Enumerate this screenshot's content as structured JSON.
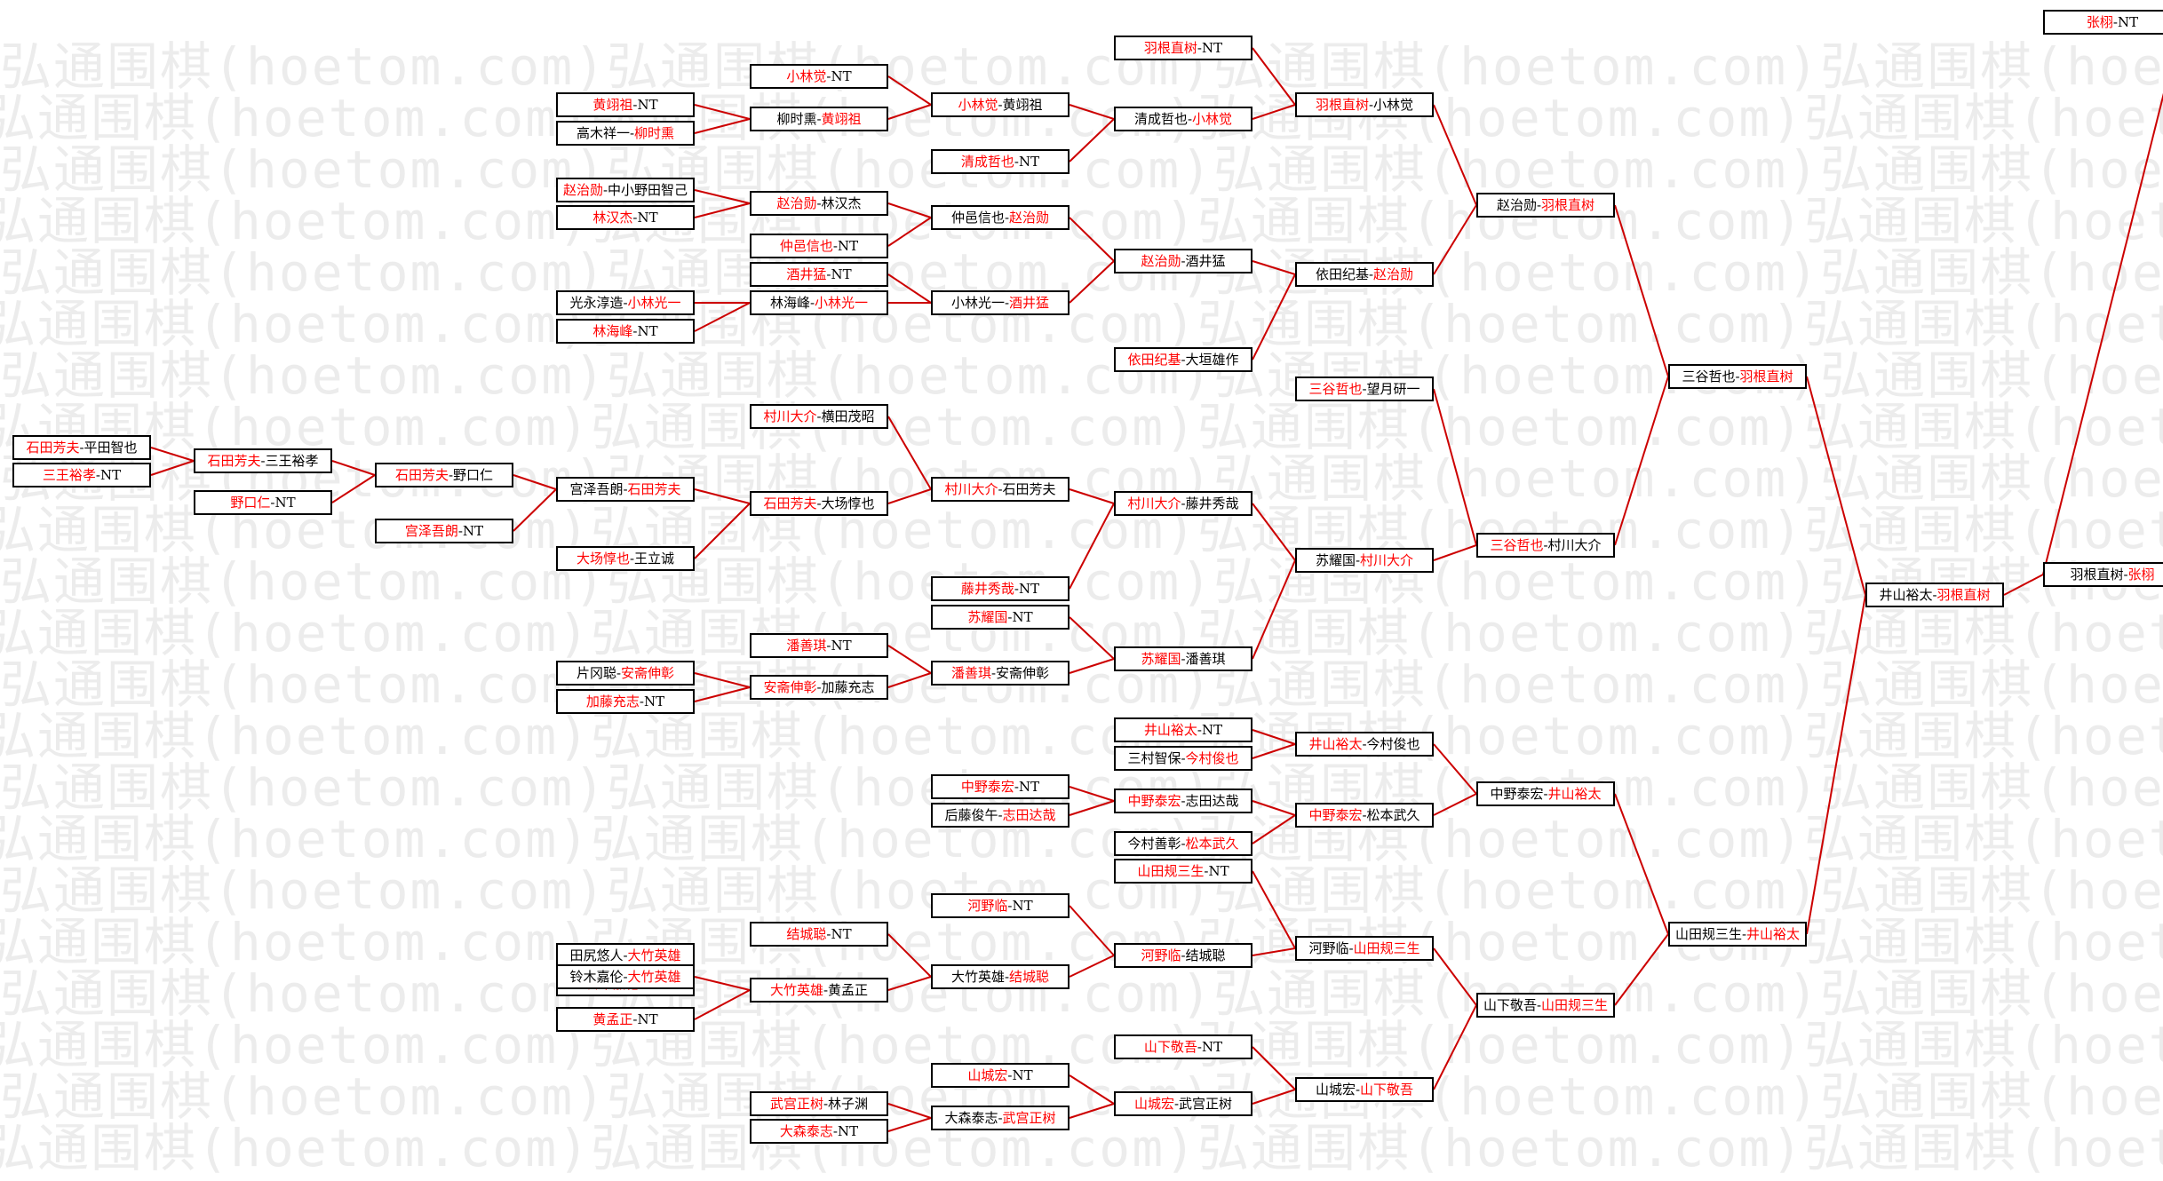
{
  "watermark": "弘通围棋(hoetom.com)",
  "colors": {
    "winner": "#ff0000",
    "line": "#cc0000",
    "text": "#000000",
    "border": "#000000",
    "watermark": "#ececec"
  },
  "nodes": [
    {
      "id": "a0",
      "l": "石田芳夫",
      "r": "平田智也",
      "w": "l"
    },
    {
      "id": "a1",
      "l": "三王裕孝",
      "r": "NT",
      "w": "l"
    },
    {
      "id": "a2",
      "l": "黄翊祖",
      "r": "NT",
      "w": "l"
    },
    {
      "id": "a3",
      "l": "高木祥一",
      "r": "柳时熏",
      "w": "r"
    },
    {
      "id": "a4",
      "l": "赵治勋",
      "r": "中小野田智己",
      "w": "l"
    },
    {
      "id": "a5",
      "l": "林汉杰",
      "r": "NT",
      "w": "l"
    },
    {
      "id": "a6",
      "l": "光永淳造",
      "r": "小林光一",
      "w": "r"
    },
    {
      "id": "a7",
      "l": "林海峰",
      "r": "NT",
      "w": "l"
    },
    {
      "id": "a8",
      "l": "片冈聪",
      "r": "安斋伸彰",
      "w": "r"
    },
    {
      "id": "a9",
      "l": "加藤充志",
      "r": "NT",
      "w": "l"
    },
    {
      "id": "a10",
      "l": "田尻悠人",
      "r": "大竹英雄",
      "w": "r"
    },
    {
      "id": "a11",
      "l": "铃木嘉伦",
      "r": "NT",
      "w": "l"
    },
    {
      "id": "b0",
      "l": "石田芳夫",
      "r": "三王裕孝",
      "w": "l"
    },
    {
      "id": "b1",
      "l": "野口仁",
      "r": "NT",
      "w": "l"
    },
    {
      "id": "b2",
      "l": "小林觉",
      "r": "NT",
      "w": "l"
    },
    {
      "id": "b3",
      "l": "柳时熏",
      "r": "黄翊祖",
      "w": "r"
    },
    {
      "id": "b4",
      "l": "赵治勋",
      "r": "林汉杰",
      "w": "l"
    },
    {
      "id": "b5",
      "l": "仲邑信也",
      "r": "NT",
      "w": "l"
    },
    {
      "id": "b6",
      "l": "酒井猛",
      "r": "NT",
      "w": "l"
    },
    {
      "id": "b7",
      "l": "林海峰",
      "r": "小林光一",
      "w": "r"
    },
    {
      "id": "b8",
      "l": "村川大介",
      "r": "横田茂昭",
      "w": "l"
    },
    {
      "id": "b9",
      "l": "石田芳夫",
      "r": "大场惇也",
      "w": "l"
    },
    {
      "id": "b10",
      "l": "潘善琪",
      "r": "NT",
      "w": "l"
    },
    {
      "id": "b11",
      "l": "安斋伸彰",
      "r": "加藤充志",
      "w": "l"
    },
    {
      "id": "b12",
      "l": "结城聪",
      "r": "NT",
      "w": "l"
    },
    {
      "id": "b13",
      "l": "大竹英雄",
      "r": "黄孟正",
      "w": "l"
    },
    {
      "id": "b14",
      "l": "武宫正树",
      "r": "林子渊",
      "w": "l"
    },
    {
      "id": "b15",
      "l": "大森泰志",
      "r": "NT",
      "w": "l"
    },
    {
      "id": "c0",
      "l": "石田芳夫",
      "r": "野口仁",
      "w": "l"
    },
    {
      "id": "c1",
      "l": "宫泽吾朗",
      "r": "NT",
      "w": "l"
    },
    {
      "id": "c2",
      "l": "黄孟正",
      "r": "NT",
      "w": "l"
    },
    {
      "id": "c3",
      "l": "铃木嘉伦",
      "r": "大竹英雄",
      "w": "r"
    },
    {
      "id": "d0",
      "l": "宫泽吾朗",
      "r": "石田芳夫",
      "w": "r"
    },
    {
      "id": "d1",
      "l": "大场惇也",
      "r": "王立诚",
      "w": "l"
    },
    {
      "id": "e0",
      "l": "小林觉",
      "r": "黄翊祖",
      "w": "l"
    },
    {
      "id": "e1",
      "l": "清成哲也",
      "r": "NT",
      "w": "l"
    },
    {
      "id": "e2",
      "l": "仲邑信也",
      "r": "赵治勋",
      "w": "r"
    },
    {
      "id": "e3",
      "l": "小林光一",
      "r": "酒井猛",
      "w": "r"
    },
    {
      "id": "e4",
      "l": "村川大介",
      "r": "石田芳夫",
      "w": "l"
    },
    {
      "id": "e5",
      "l": "藤井秀哉",
      "r": "NT",
      "w": "l"
    },
    {
      "id": "e6",
      "l": "苏耀国",
      "r": "NT",
      "w": "l"
    },
    {
      "id": "e7",
      "l": "潘善琪",
      "r": "安斋伸彰",
      "w": "l"
    },
    {
      "id": "e8",
      "l": "中野泰宏",
      "r": "NT",
      "w": "l"
    },
    {
      "id": "e9",
      "l": "后藤俊午",
      "r": "志田达哉",
      "w": "r"
    },
    {
      "id": "e10",
      "l": "河野临",
      "r": "NT",
      "w": "l"
    },
    {
      "id": "e11",
      "l": "大竹英雄",
      "r": "结城聪",
      "w": "r"
    },
    {
      "id": "e12",
      "l": "山城宏",
      "r": "NT",
      "w": "l"
    },
    {
      "id": "e13",
      "l": "大森泰志",
      "r": "武宫正树",
      "w": "r"
    },
    {
      "id": "f0",
      "l": "羽根直树",
      "r": "NT",
      "w": "l"
    },
    {
      "id": "f1",
      "l": "清成哲也",
      "r": "小林觉",
      "w": "r"
    },
    {
      "id": "f2",
      "l": "赵治勋",
      "r": "酒井猛",
      "w": "l"
    },
    {
      "id": "f3",
      "l": "依田纪基",
      "r": "大垣雄作",
      "w": "l"
    },
    {
      "id": "f4",
      "l": "村川大介",
      "r": "藤井秀哉",
      "w": "l"
    },
    {
      "id": "f5",
      "l": "苏耀国",
      "r": "潘善琪",
      "w": "l"
    },
    {
      "id": "f6",
      "l": "井山裕太",
      "r": "NT",
      "w": "l"
    },
    {
      "id": "f7",
      "l": "三村智保",
      "r": "今村俊也",
      "w": "r"
    },
    {
      "id": "f8",
      "l": "中野泰宏",
      "r": "志田达哉",
      "w": "l"
    },
    {
      "id": "f9",
      "l": "今村善彰",
      "r": "松本武久",
      "w": "r"
    },
    {
      "id": "f10",
      "l": "山田规三生",
      "r": "NT",
      "w": "l"
    },
    {
      "id": "f11",
      "l": "河野临",
      "r": "结城聪",
      "w": "l"
    },
    {
      "id": "f12",
      "l": "山下敬吾",
      "r": "NT",
      "w": "l"
    },
    {
      "id": "f13",
      "l": "山城宏",
      "r": "武宫正树",
      "w": "l"
    },
    {
      "id": "g0",
      "l": "羽根直树",
      "r": "小林觉",
      "w": "l"
    },
    {
      "id": "g1",
      "l": "依田纪基",
      "r": "赵治勋",
      "w": "r"
    },
    {
      "id": "g2",
      "l": "三谷哲也",
      "r": "望月研一",
      "w": "l"
    },
    {
      "id": "g3",
      "l": "苏耀国",
      "r": "村川大介",
      "w": "r"
    },
    {
      "id": "g4",
      "l": "井山裕太",
      "r": "今村俊也",
      "w": "l"
    },
    {
      "id": "g5",
      "l": "中野泰宏",
      "r": "松本武久",
      "w": "l"
    },
    {
      "id": "g6",
      "l": "河野临",
      "r": "山田规三生",
      "w": "r"
    },
    {
      "id": "g7",
      "l": "山城宏",
      "r": "山下敬吾",
      "w": "r"
    },
    {
      "id": "h0",
      "l": "赵治勋",
      "r": "羽根直树",
      "w": "r"
    },
    {
      "id": "h1",
      "l": "三谷哲也",
      "r": "村川大介",
      "w": "l"
    },
    {
      "id": "h2",
      "l": "中野泰宏",
      "r": "井山裕太",
      "w": "r"
    },
    {
      "id": "h3",
      "l": "山下敬吾",
      "r": "山田规三生",
      "w": "r"
    },
    {
      "id": "i0",
      "l": "三谷哲也",
      "r": "羽根直树",
      "w": "r"
    },
    {
      "id": "i1",
      "l": "山田规三生",
      "r": "井山裕太",
      "w": "r"
    },
    {
      "id": "j0",
      "l": "井山裕太",
      "r": "羽根直树",
      "w": "r"
    },
    {
      "id": "k0",
      "l": "张栩",
      "r": "NT",
      "w": "l"
    },
    {
      "id": "k1",
      "l": "羽根直树",
      "r": "张栩",
      "w": "r"
    }
  ]
}
